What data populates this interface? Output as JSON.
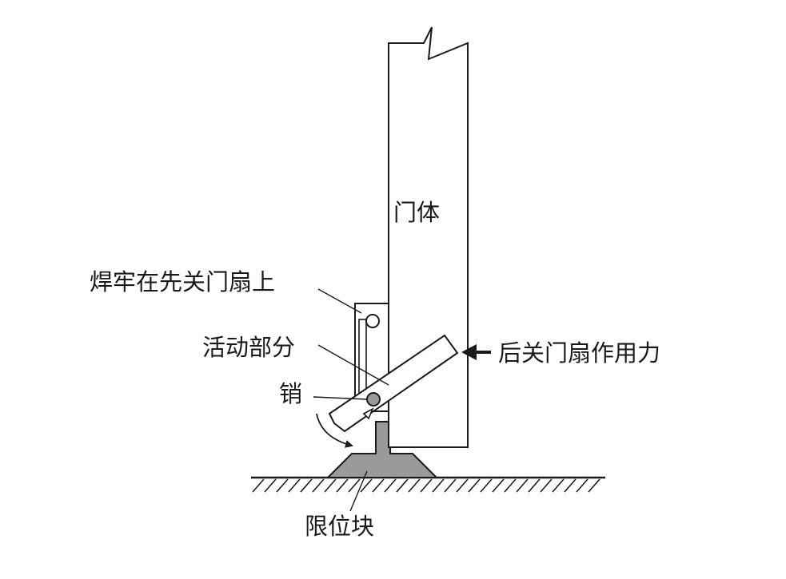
{
  "labels": {
    "door_body": "门体",
    "welded": "焊牢在先关门扇上",
    "movable_part": "活动部分",
    "pin": "销",
    "force": "后关门扇作用力",
    "stop_block": "限位块"
  },
  "colors": {
    "line": "#1a1a1a",
    "stop_block_fill": "#9a9a9a",
    "background": "#ffffff"
  }
}
